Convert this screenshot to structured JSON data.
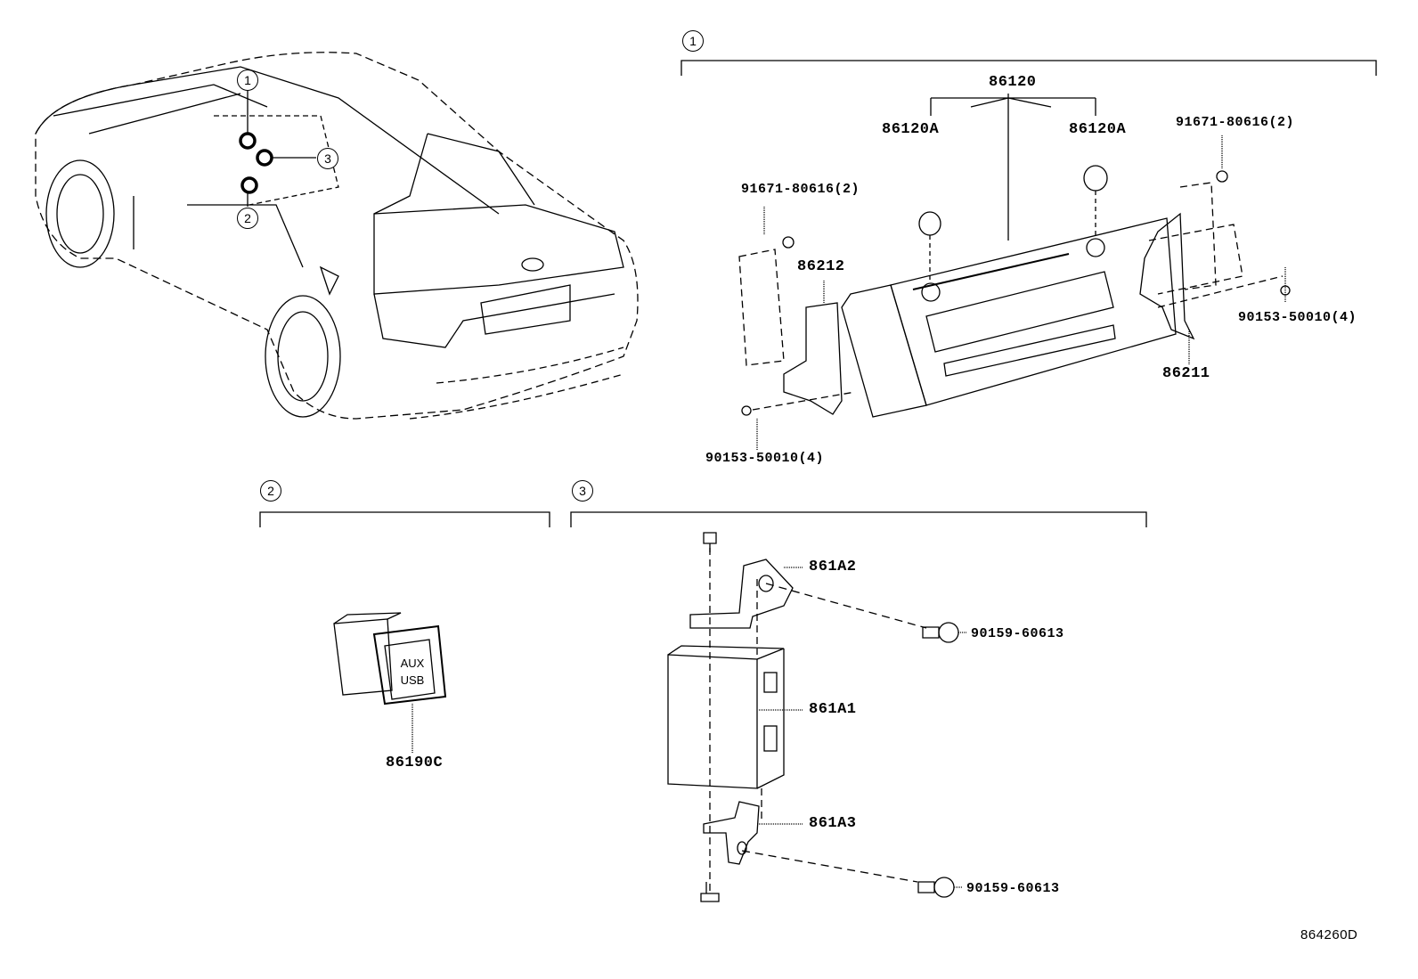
{
  "diagram_id": "864260D",
  "callouts": {
    "c1": "1",
    "c2": "2",
    "c3": "3"
  },
  "section1": {
    "marker": "1",
    "parts": {
      "radio_assy": "86120",
      "knob_left": "86120A",
      "knob_right": "86120A",
      "screw_left": "91671-80616(2)",
      "screw_right": "91671-80616(2)",
      "bracket_left": "86212",
      "bracket_right": "86211",
      "bolt_left": "90153-50010(4)",
      "bolt_right": "90153-50010(4)"
    }
  },
  "section2": {
    "marker": "2",
    "parts": {
      "aux_jack": "86190C"
    },
    "jack_text_1": "AUX",
    "jack_text_2": "USB"
  },
  "section3": {
    "marker": "3",
    "parts": {
      "upper_bracket": "861A2",
      "module": "861A1",
      "lower_bracket": "861A3",
      "screw_upper": "90159-60613",
      "screw_lower": "90159-60613"
    }
  }
}
